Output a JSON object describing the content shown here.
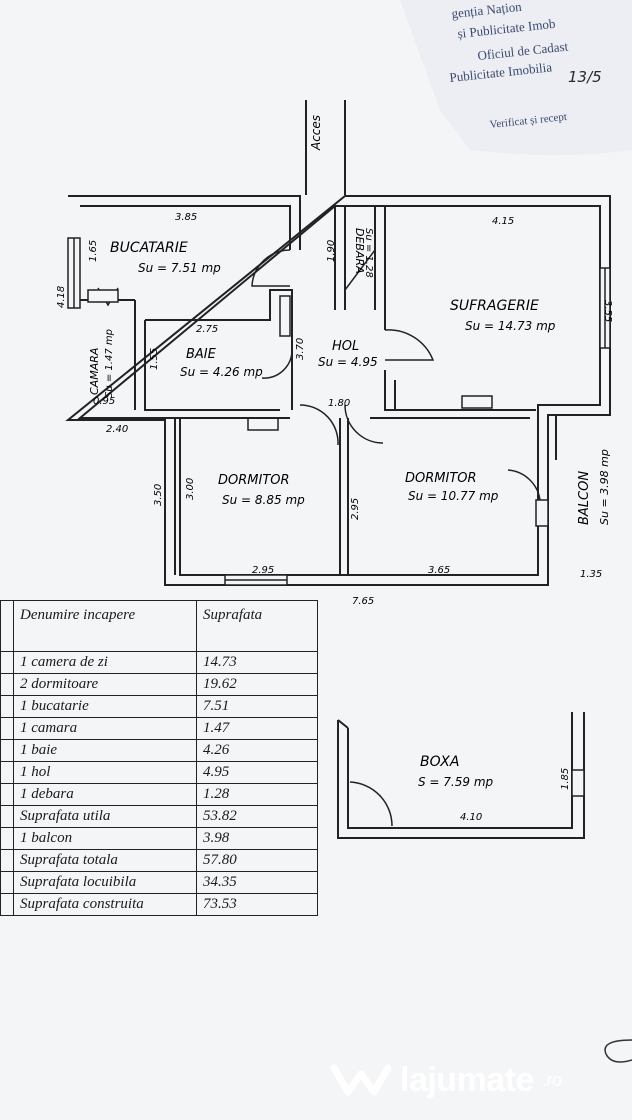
{
  "stamp": {
    "line1": "genția Națion",
    "line2": "și Publicitate Imob",
    "line3": "Oficiul de Cadast",
    "line4": "Publicitate Imobilia",
    "line5": "Verificat și recept",
    "number": "13/5"
  },
  "plan": {
    "access_label": "Acces",
    "rooms": {
      "bucatarie": {
        "name": "BUCATARIE",
        "area": "Su = 7.51 mp"
      },
      "debara": {
        "name": "DEBARA",
        "area": "Su = 1.28"
      },
      "sufragerie": {
        "name": "SUFRAGERIE",
        "area": "Su = 14.73 mp"
      },
      "camara": {
        "name": "CAMARA",
        "area": "Su = 1.47 mp"
      },
      "baie": {
        "name": "BAIE",
        "area": "Su = 4.26 mp"
      },
      "hol": {
        "name": "HOL",
        "area": "Su = 4.95"
      },
      "dormitor1": {
        "name": "DORMITOR",
        "area": "Su = 8.85 mp"
      },
      "dormitor2": {
        "name": "DORMITOR",
        "area": "Su = 10.77 mp"
      },
      "balcon": {
        "name": "BALCON",
        "area": "Su = 3.98 mp"
      },
      "boxa": {
        "name": "BOXA",
        "area": "S = 7.59 mp"
      }
    },
    "dims": {
      "d385": "3.85",
      "d415": "4.15",
      "d165": "1.65",
      "d190": "1.90",
      "d418": "4.18",
      "d355a": "3.55",
      "d275": "2.75",
      "d370": "3.70",
      "d155": "1.55",
      "d180": "1.80",
      "d095": "0.95",
      "d240": "2.40",
      "d350": "3.50",
      "d300": "3.00",
      "d295a": "2.95",
      "d295b": "2.95",
      "d365": "3.65",
      "d135": "1.35",
      "d765": "7.65",
      "d185": "1.85",
      "d410": "4.10"
    }
  },
  "summary_table": {
    "headers": {
      "num": "",
      "name": "Denumire incapere",
      "area": "Suprafata"
    },
    "rows": [
      {
        "name": "1 camera de zi",
        "area": "14.73"
      },
      {
        "name": "2 dormitoare",
        "area": "19.62"
      },
      {
        "name": "1 bucatarie",
        "area": "7.51"
      },
      {
        "name": "1 camara",
        "area": "1.47"
      },
      {
        "name": "1 baie",
        "area": "4.26"
      },
      {
        "name": "1 hol",
        "area": "4.95"
      },
      {
        "name": "1 debara",
        "area": "1.28"
      },
      {
        "name": "Suprafata utila",
        "area": "53.82"
      },
      {
        "name": "1 balcon",
        "area": "3.98"
      },
      {
        "name": "Suprafata totala",
        "area": "57.80"
      },
      {
        "name": "Suprafata locuibila",
        "area": "34.35"
      },
      {
        "name": "Suprafata construita",
        "area": "73.53"
      }
    ]
  },
  "watermark": {
    "brand": "lajumate",
    "tld": ".ro",
    "icon": "lajumate-logo-icon"
  }
}
